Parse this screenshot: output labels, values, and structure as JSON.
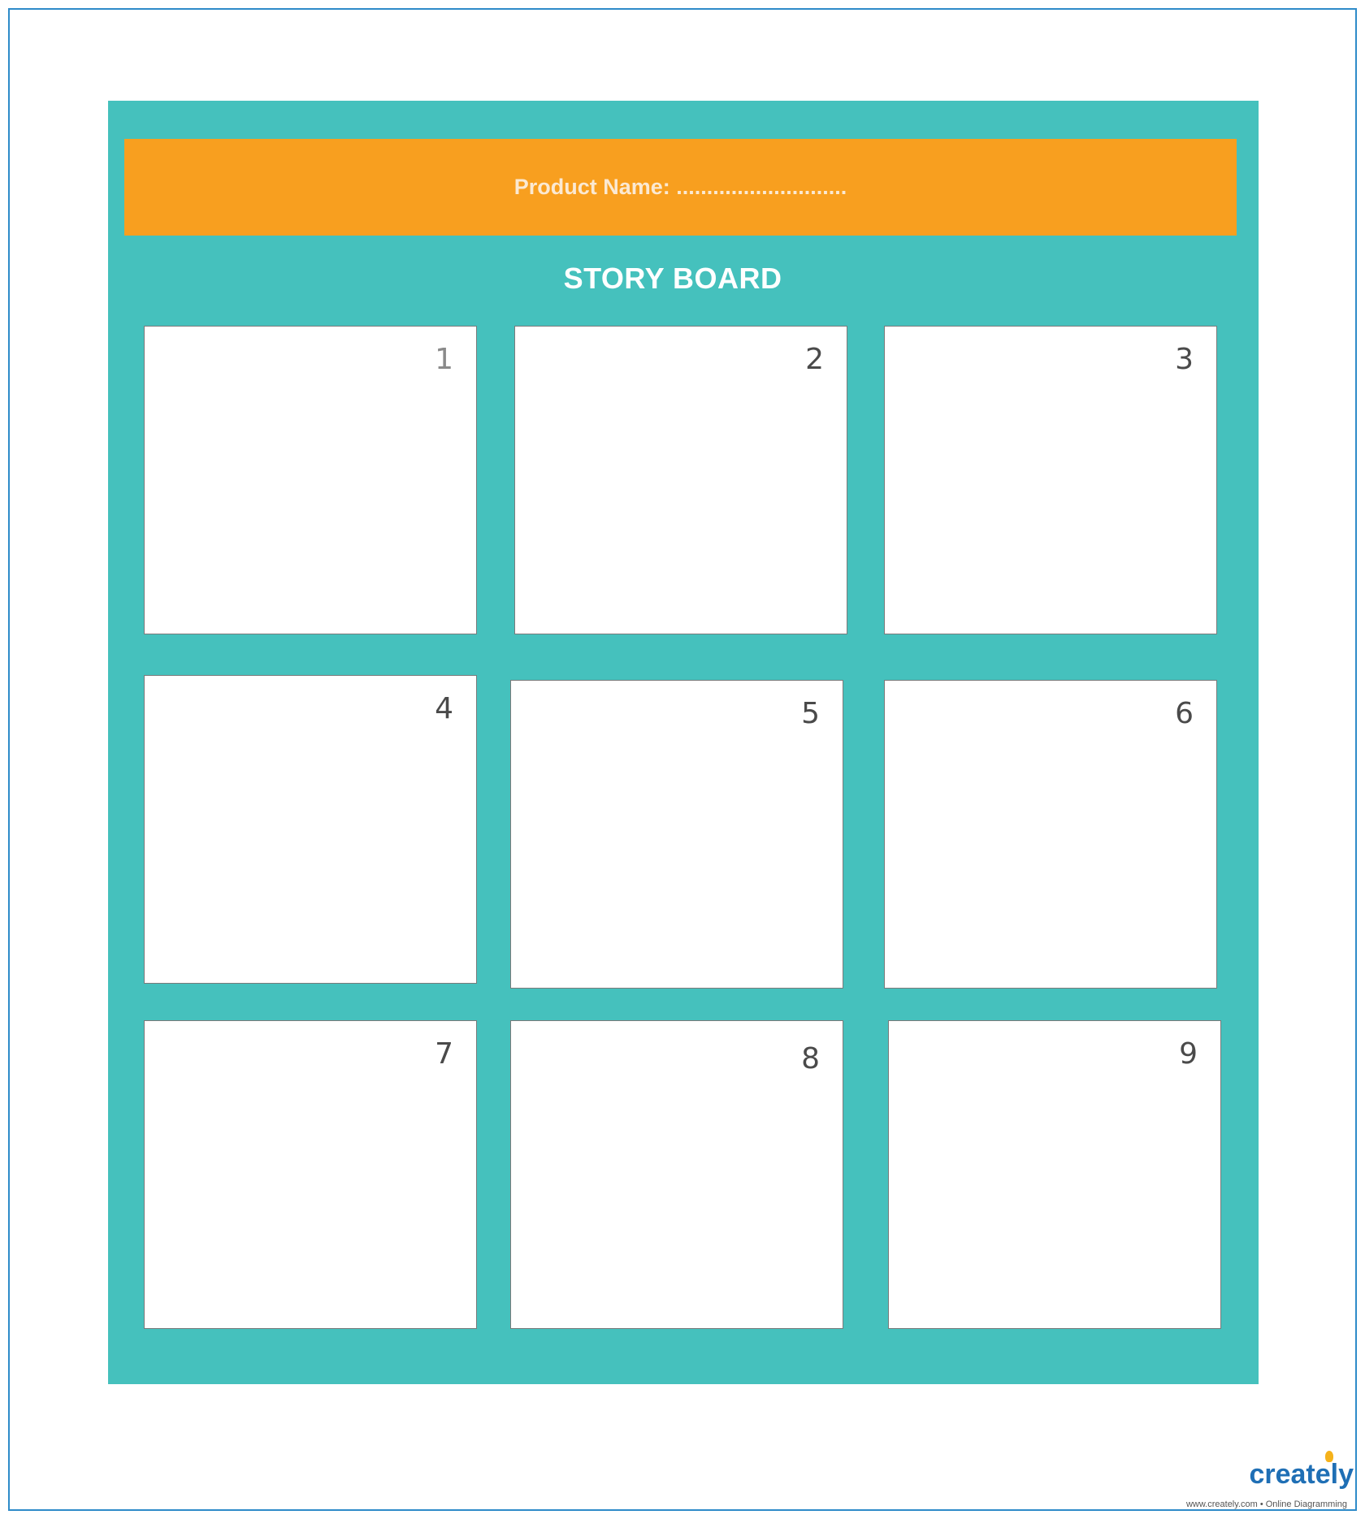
{
  "header": {
    "product_name_label": "Product Name: ............................"
  },
  "board": {
    "title": "STORY BOARD",
    "panels": [
      {
        "number": "1"
      },
      {
        "number": "2"
      },
      {
        "number": "3"
      },
      {
        "number": "4"
      },
      {
        "number": "5"
      },
      {
        "number": "6"
      },
      {
        "number": "7"
      },
      {
        "number": "8"
      },
      {
        "number": "9"
      }
    ]
  },
  "watermark": {
    "brand": "creately",
    "tagline": "www.creately.com • Online Diagramming"
  },
  "colors": {
    "board_background": "#45c1bd",
    "header_background": "#f89f1f",
    "frame_border": "#2e8bc9",
    "panel_background": "#ffffff"
  }
}
